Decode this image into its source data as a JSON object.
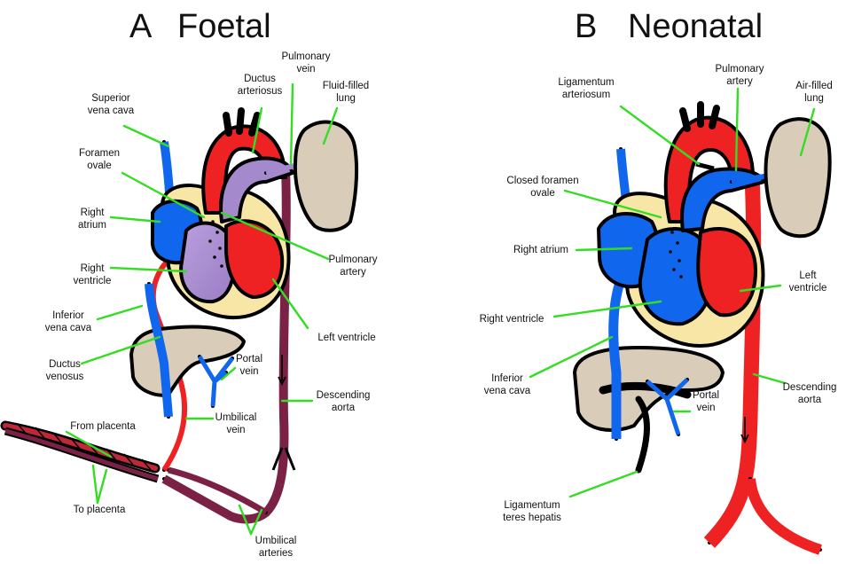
{
  "panels": {
    "foetal": {
      "letter": "A",
      "title": "Foetal",
      "labels": {
        "pulmonary_vein": [
          "Pulmonary",
          "vein"
        ],
        "ductus_arteriosus": [
          "Ductus",
          "arteriosus"
        ],
        "fluid_lung": [
          "Fluid-filled",
          "lung"
        ],
        "superior_vena_cava": [
          "Superior",
          "vena cava"
        ],
        "foramen_ovale": [
          "Foramen",
          "ovale"
        ],
        "right_atrium": [
          "Right",
          "atrium"
        ],
        "right_ventricle": [
          "Right",
          "ventricle"
        ],
        "pulmonary_artery": [
          "Pulmonary",
          "artery"
        ],
        "inferior_vena_cava": [
          "Inferior",
          "vena cava"
        ],
        "left_ventricle": [
          "Left ventricle"
        ],
        "ductus_venosus": [
          "Ductus",
          "venosus"
        ],
        "portal_vein": [
          "Portal",
          "vein"
        ],
        "descending_aorta": [
          "Descending",
          "aorta"
        ],
        "umbilical_vein": [
          "Umbilical",
          "vein"
        ],
        "from_placenta": [
          "From placenta"
        ],
        "to_placenta": [
          "To placenta"
        ],
        "umbilical_arteries": [
          "Umbilical",
          "arteries"
        ]
      }
    },
    "neonatal": {
      "letter": "B",
      "title": "Neonatal",
      "labels": {
        "ligamentum_arteriosum": [
          "Ligamentum",
          "arteriosum"
        ],
        "pulmonary_artery": [
          "Pulmonary",
          "artery"
        ],
        "air_lung": [
          "Air-filled",
          "lung"
        ],
        "closed_foramen_ovale": [
          "Closed foramen",
          "ovale"
        ],
        "right_atrium": [
          "Right atrium"
        ],
        "left_ventricle": [
          "Left",
          "ventricle"
        ],
        "right_ventricle": [
          "Right ventricle"
        ],
        "inferior_vena_cava": [
          "Inferior",
          "vena cava"
        ],
        "portal_vein": [
          "Portal",
          "vein"
        ],
        "descending_aorta": [
          "Descending",
          "aorta"
        ],
        "ligamentum_teres": [
          "Ligamentum",
          "teres hepatis"
        ]
      }
    }
  },
  "colors": {
    "oxygenated": "#ee2222",
    "deoxygenated": "#1166ee",
    "mixed": "#a48acd",
    "arteries": "#7a2145",
    "lung": "#d9ccb8",
    "liver": "#d9ccb8",
    "pericardium": "#f7e6a6",
    "leader": "#33dd22"
  }
}
